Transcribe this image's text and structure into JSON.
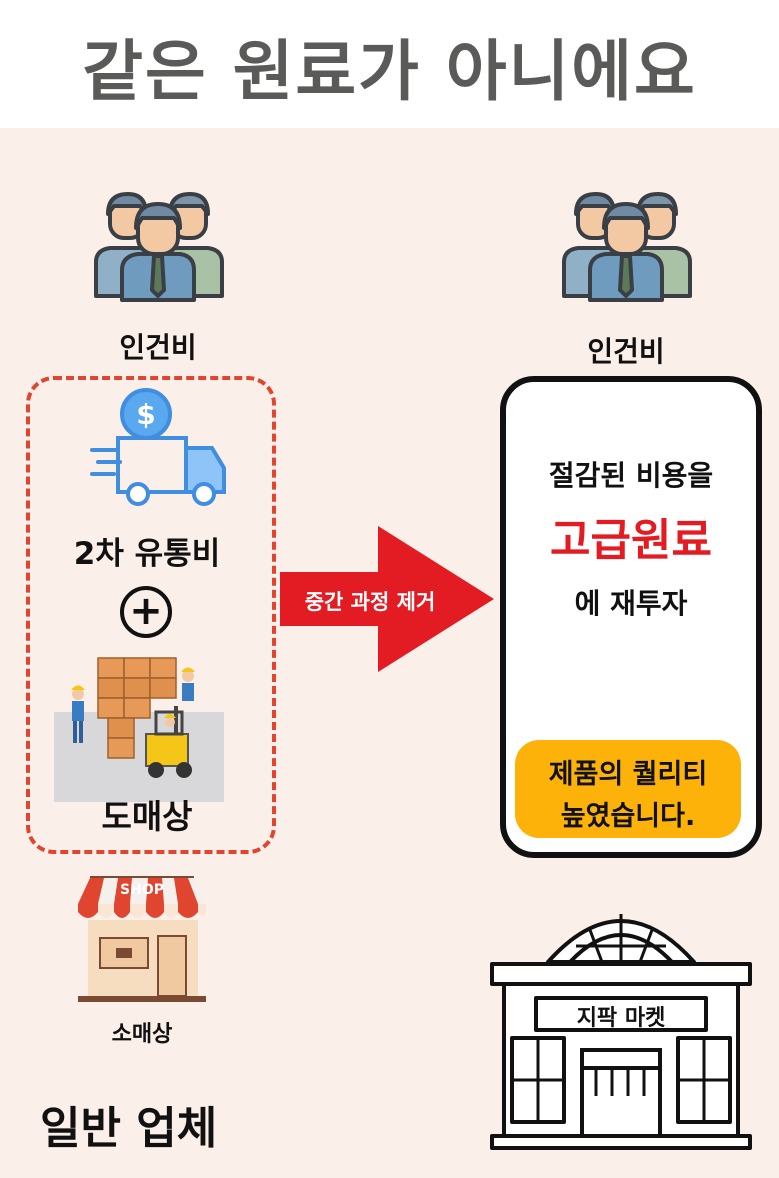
{
  "title": "같은 원료가 아니에요",
  "left": {
    "labor_cost": "인건비",
    "distribution_cost": "2차 유통비",
    "plus": "+",
    "wholesaler": "도매상",
    "shop_sign": "SHOP",
    "retailer": "소매상",
    "company_label": "일반 업체"
  },
  "arrow": {
    "label": "중간 과정 제거"
  },
  "right": {
    "labor_cost": "인건비",
    "line1": "절감된 비용을",
    "highlight": "고급원료",
    "line3": "에 재투자",
    "quality_line1": "제품의 퀄리티",
    "quality_line2": "높였습니다.",
    "market_sign": "지팍 마켓"
  },
  "colors": {
    "title_gray": "#5a5a58",
    "accent_red": "#e31b23",
    "dashed_border": "#e0452f",
    "quality_yellow": "#fcb209",
    "background": "#fbefe9"
  }
}
